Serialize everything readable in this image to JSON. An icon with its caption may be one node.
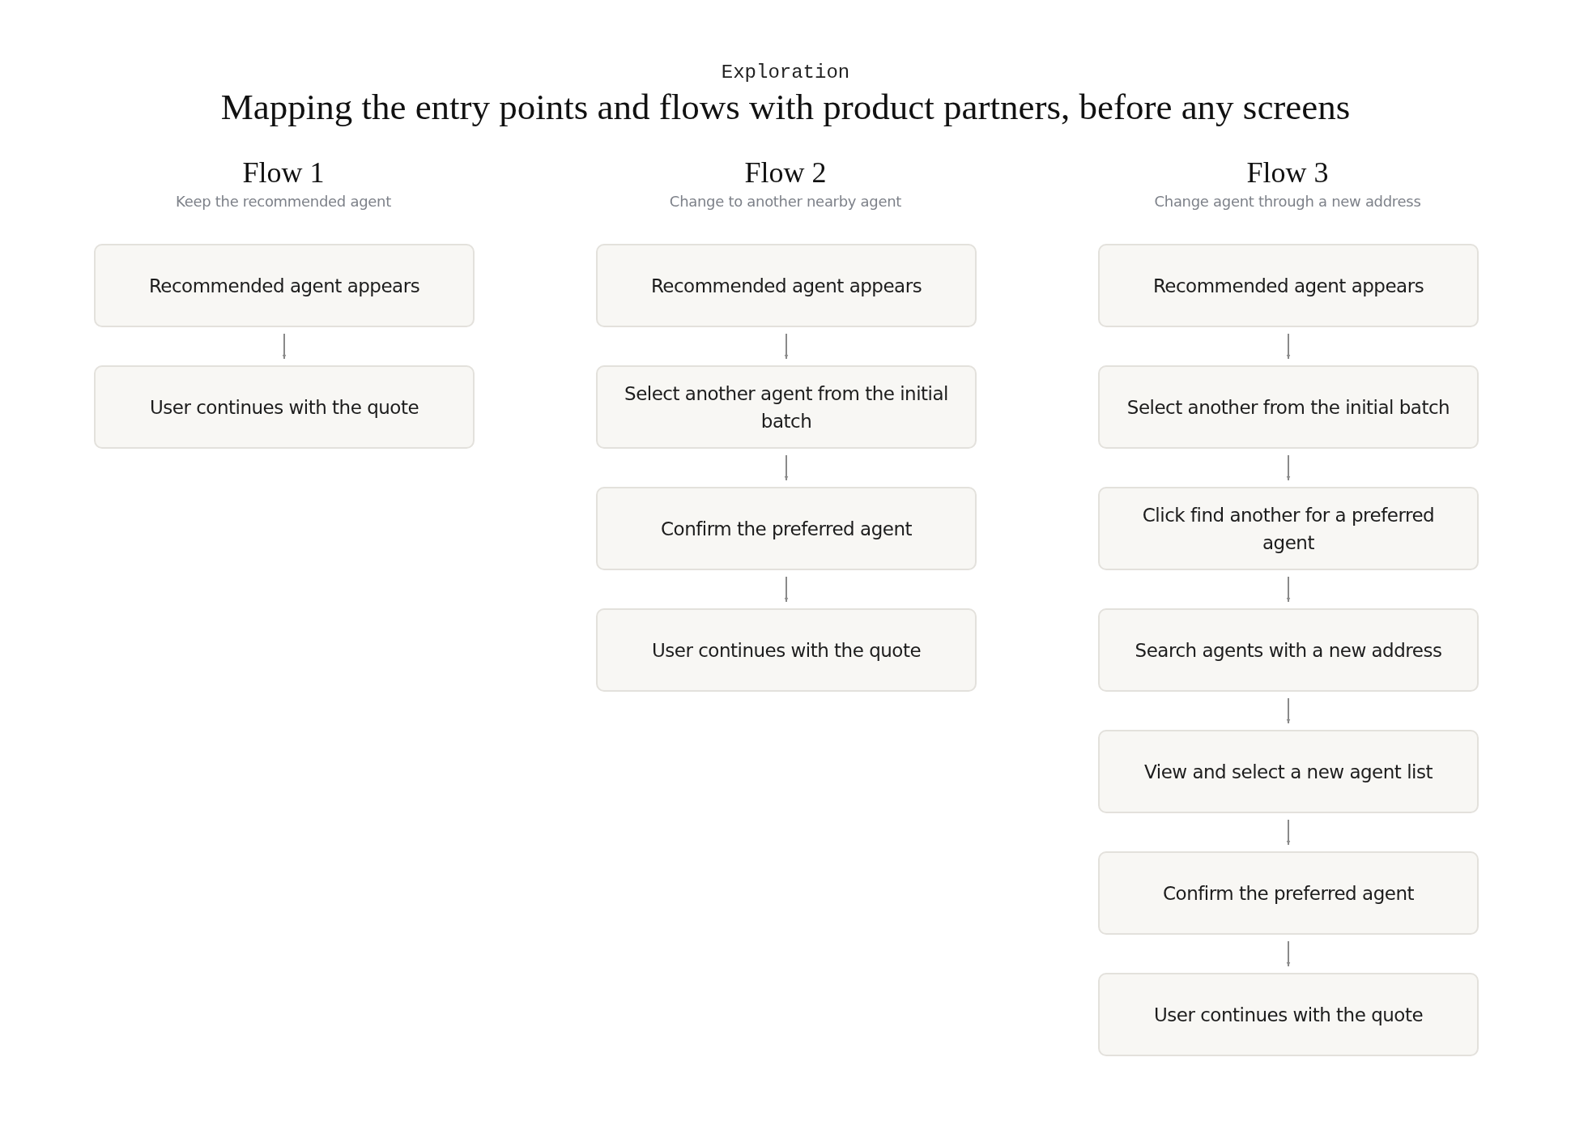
{
  "diagram": {
    "title": "Mapping the entry points and flows with product partners, before any screens",
    "nodes": [
      {
        "text": [
          "Recommended agent appears"
        ]
      },
      {
        "text": [
          "User continues with the quote"
        ]
      },
      {
        "text": [
          "Recommended agent appears"
        ]
      },
      {
        "text": [
          "Select another agent from the initial batch"
        ]
      },
      {
        "text": [
          "Confirm the preferred agent"
        ]
      },
      {
        "text": [
          "User continues with the quote"
        ]
      },
      {
        "text": [
          "Recommended agent appears"
        ]
      },
      {
        "text": [
          "Select another from the initial batch"
        ]
      },
      {
        "text": [
          "Click find another for a preferred agent"
        ]
      },
      {
        "text": [
          "Search agents with a new address"
        ]
      },
      {
        "text": [
          "View and select a new agent list"
        ]
      },
      {
        "text": [
          "Confirm the preferred agent"
        ]
      },
      {
        "text": [
          "User continues with the quote"
        ]
      }
    ],
    "edges": [
      {
        "from": 0,
        "to": 1,
        "arrow": "to"
      },
      {
        "from": 2,
        "to": 3,
        "arrow": "to"
      },
      {
        "from": 3,
        "to": 4,
        "arrow": "to"
      },
      {
        "from": 4,
        "to": 5,
        "arrow": "to"
      },
      {
        "from": 6,
        "to": 7,
        "arrow": "to"
      },
      {
        "from": 7,
        "to": 8,
        "arrow": "to"
      },
      {
        "from": 8,
        "to": 9,
        "arrow": "to"
      },
      {
        "from": 9,
        "to": 10,
        "arrow": "to"
      },
      {
        "from": 10,
        "to": 11,
        "arrow": "to"
      },
      {
        "from": 11,
        "to": 12,
        "arrow": "to"
      }
    ],
    "labels": [
      "Exploration",
      "Flow 1",
      "Keep the recommended agent",
      "Flow 2",
      "Change to another nearby agent",
      "Flow 3",
      "Change agent through a new address"
    ]
  }
}
